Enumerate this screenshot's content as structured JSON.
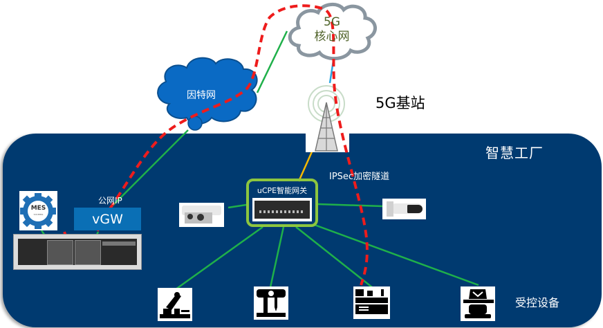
{
  "diagram": {
    "zone": {
      "title": "智慧工厂",
      "fill": "#003a70"
    },
    "clouds": {
      "core": {
        "line1": "5G",
        "line2": "核心网",
        "text_color": "#4f6228",
        "outline": "#8a96a0"
      },
      "internet": {
        "label": "因特网",
        "fill": "#0a6ac4"
      }
    },
    "labels": {
      "base_station": "5G基站",
      "ipsec_tunnel": "IPSec加密隧道",
      "public_ip": "公网IP",
      "controlled_devices": "受控设备"
    },
    "nodes": {
      "vgw": {
        "label": "vGW",
        "fill": "#0a6fb5"
      },
      "mes": {
        "label": "MES",
        "sublabel": "SYSTEMS",
        "gear_color": "#1f6fb5"
      },
      "ucpe": {
        "label": "uCPE智能网关",
        "border": "#8dc63f"
      },
      "camera_left": {
        "icon": "bullet-camera-icon"
      },
      "camera_right": {
        "icon": "bullet-camera-icon"
      },
      "devices": [
        {
          "icon": "cutting-machine-icon"
        },
        {
          "icon": "drill-press-icon"
        },
        {
          "icon": "lathe-icon"
        },
        {
          "icon": "milling-machine-icon"
        }
      ]
    },
    "links": {
      "green": "#1fb04a",
      "tunnel_dashed": "#ee1c1c",
      "yellow": "#f5b800",
      "blue": "#2aa7e0"
    }
  }
}
